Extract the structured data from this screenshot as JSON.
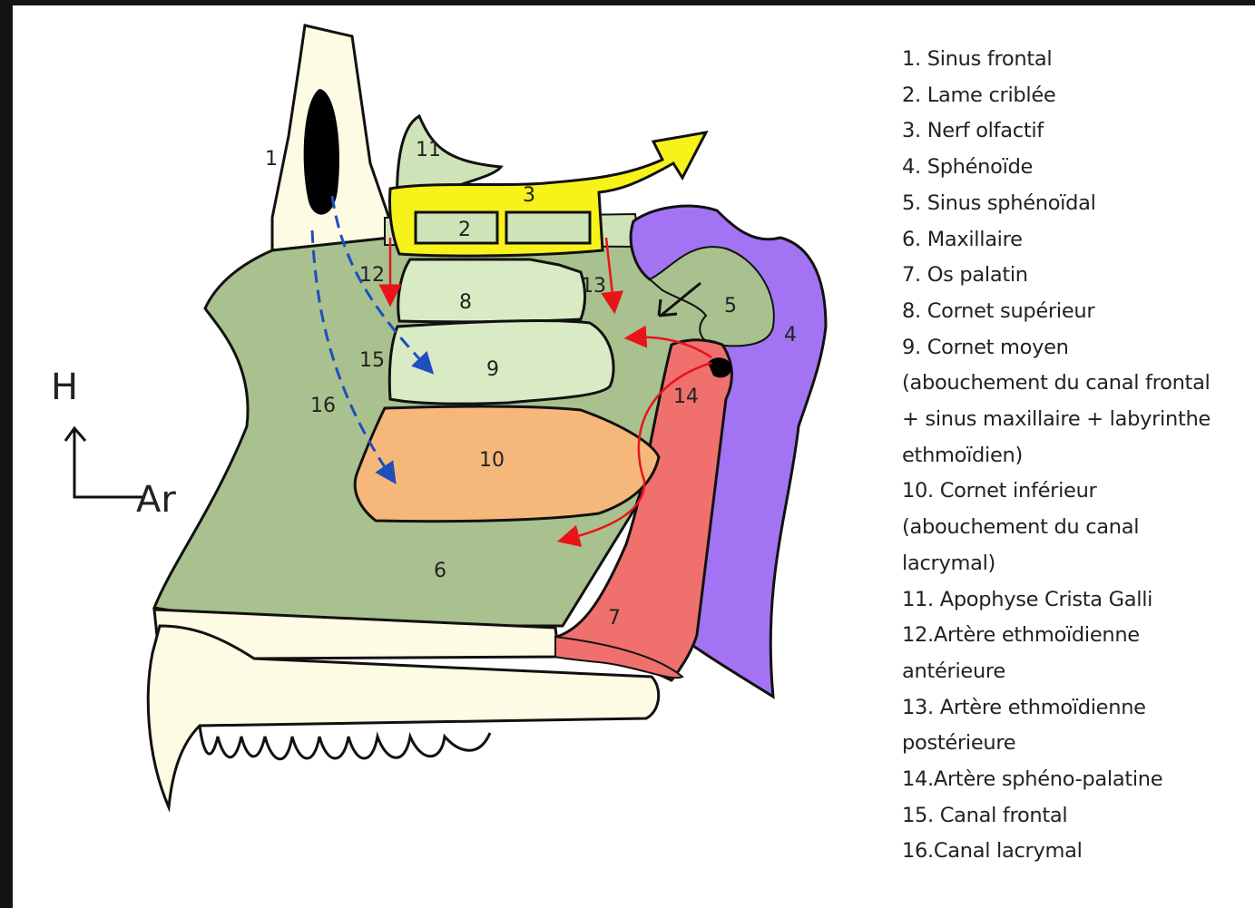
{
  "diagram": {
    "region_labels": {
      "r1": "1",
      "r2": "2",
      "r3": "3",
      "r4": "4",
      "r5": "5",
      "r6": "6",
      "r7": "7",
      "r8": "8",
      "r9": "9",
      "r10": "10",
      "r11": "11",
      "r12": "12",
      "r13": "13",
      "r14": "14",
      "r15": "15",
      "r16": "16"
    },
    "axis": {
      "up": "H",
      "back": "Ar"
    },
    "colors": {
      "maxillaire": "#a9c18e",
      "cornets": "#d9ebc4",
      "cornet_inferieur": "#f5b87a",
      "palatin": "#f0706e",
      "sphenoide": "#a274f4",
      "nerf": "#f7f21a",
      "sinus": "#000000",
      "os": "#fdfbe3",
      "crista_galli": "#cfe3b8",
      "artere": "#e8141a",
      "canal": "#1d4fbf"
    }
  },
  "legend": [
    "1.  Sinus frontal",
    "2.  Lame criblée",
    "3.  Nerf olfactif",
    "4.  Sphénoïde",
    "5.  Sinus sphénoïdal",
    "6.  Maxillaire",
    "7.  Os palatin",
    "8.  Cornet supérieur",
    "9.  Cornet moyen",
    "(abouchement du canal frontal",
    "+ sinus maxillaire + labyrinthe",
    "ethmoïdien)",
    "10. Cornet inférieur",
    "(abouchement du canal",
    "lacrymal)",
    "11. Apophyse Crista Galli",
    "12.Artère ethmoïdienne",
    "antérieure",
    "13. Artère ethmoïdienne",
    "postérieure",
    "14.Artère sphéno-palatine",
    "15. Canal frontal",
    "16.Canal lacrymal"
  ]
}
